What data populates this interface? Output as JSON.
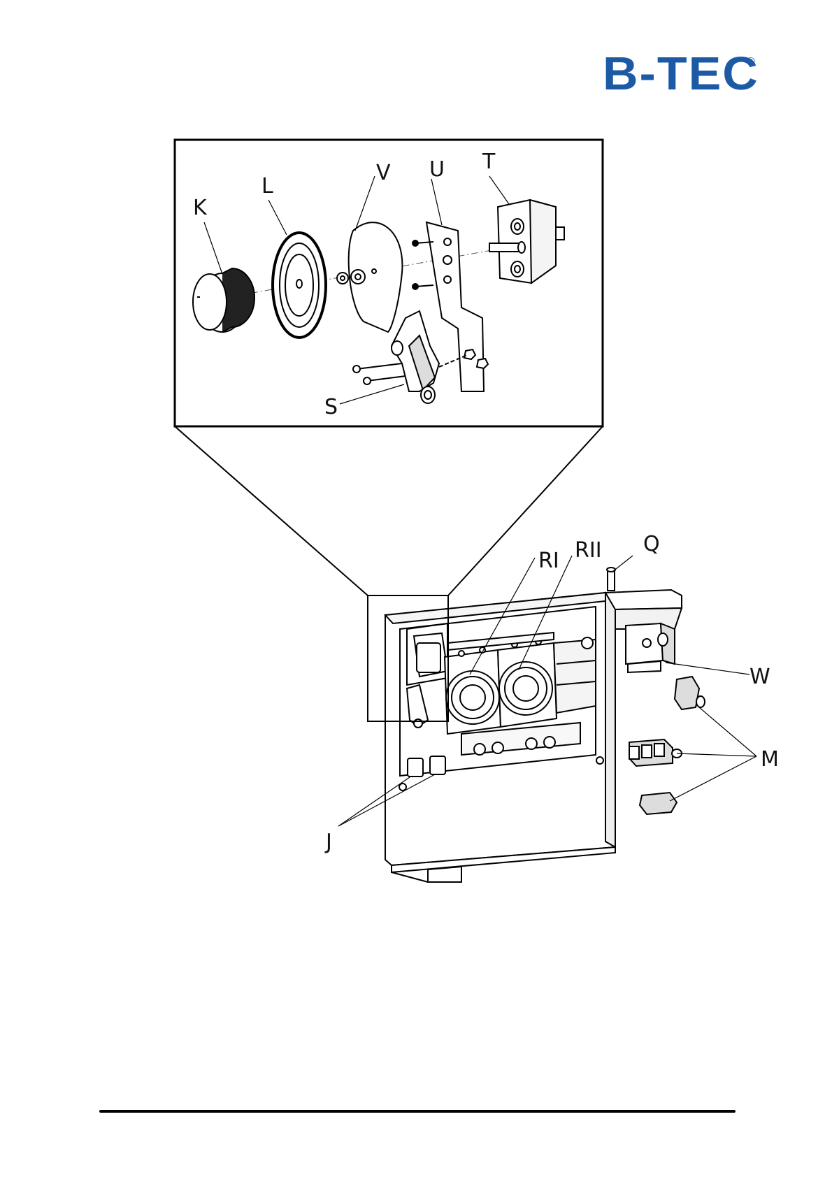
{
  "header": {
    "logo_text": "B-TEC",
    "logo_registered_mark": "®",
    "brand_color": "#1c5aa6"
  },
  "detail_labels": {
    "K": "K",
    "L": "L",
    "V": "V",
    "U": "U",
    "T": "T",
    "S": "S"
  },
  "main_labels": {
    "RI": "RI",
    "RII": "RII",
    "Q": "Q",
    "W": "W",
    "M": "M",
    "J": "J"
  }
}
